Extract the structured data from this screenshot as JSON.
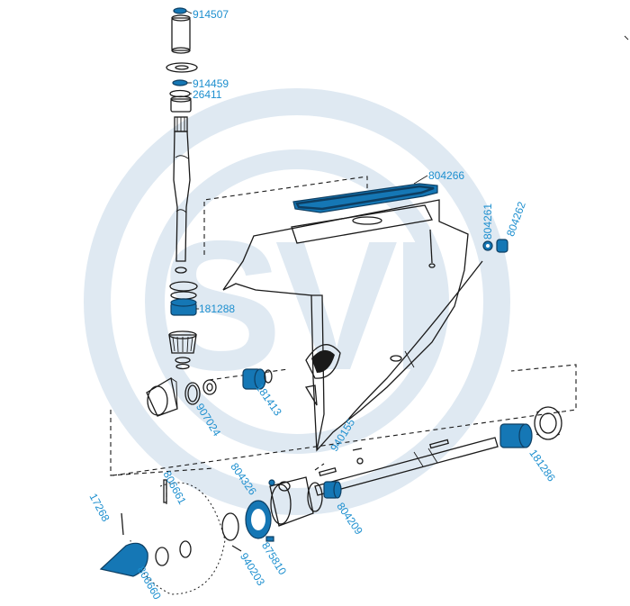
{
  "colors": {
    "label": "#1d8fcf",
    "highlight_fill": "#1577b5",
    "highlight_stroke": "#0d3e62",
    "watermark": "#dfe9f2",
    "line_art": "#1a1a1a"
  },
  "watermark": {
    "text": "SVI",
    "icon": "svi-watermark-logo"
  },
  "part_numbers": {
    "p914507": "914507",
    "p914459": "914459",
    "p26411": "26411",
    "p804266": "804266",
    "p804261": "804261",
    "p804262": "804262",
    "p181288": "181288",
    "p181413": "181413",
    "p907024": "907024",
    "p181286": "181286",
    "p940155": "940155",
    "p804326": "804326",
    "p806661": "806661",
    "p804209": "804209",
    "p17268": "17268",
    "p875810": "875810",
    "p940203": "940203",
    "p806660": "806660"
  }
}
